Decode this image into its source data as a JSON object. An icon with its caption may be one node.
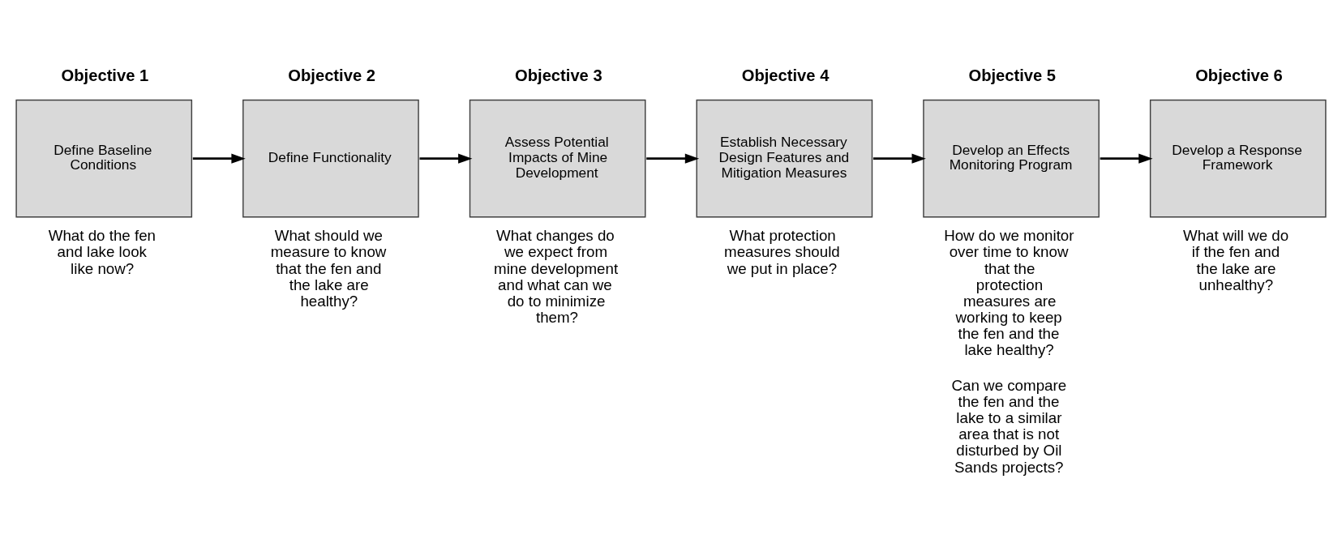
{
  "diagram": {
    "nodes": [
      {
        "text": [
          "Objective 1",
          "Define Baseline Conditions"
        ],
        "beside": [
          "What do the fen and lake look like now?"
        ]
      },
      {
        "text": [
          "Objective 2",
          "Define Functionality"
        ],
        "beside": [
          "What should we measure to know that the fen and the lake are healthy?"
        ]
      },
      {
        "text": [
          "Objective 3",
          "Assess Potential Impacts of Mine Development"
        ],
        "beside": [
          "What changes do we expect from mine development and what can we do to minimize them?"
        ]
      },
      {
        "text": [
          "Objective 4",
          "Establish Necessary Design Features and Mitigation Measures"
        ],
        "beside": [
          "What protection measures should we put in place?"
        ]
      },
      {
        "text": [
          "Objective 5",
          "Develop an Effects Monitoring Program"
        ],
        "beside": [
          "How do we monitor over time to know that the protection measures are working to keep the fen and the lake healthy?",
          "Can we compare the fen and the lake to a similar area that is not disturbed by Oil Sands projects?"
        ]
      },
      {
        "text": [
          "Objective 6",
          "Develop a Response Framework"
        ],
        "beside": [
          "What will we do if the fen and the lake are unhealthy?"
        ]
      }
    ],
    "edges": [
      {
        "from": 0,
        "to": 1,
        "arrow": "to"
      },
      {
        "from": 1,
        "to": 2,
        "arrow": "to"
      },
      {
        "from": 2,
        "to": 3,
        "arrow": "to"
      },
      {
        "from": 3,
        "to": 4,
        "arrow": "to"
      },
      {
        "from": 4,
        "to": 5,
        "arrow": "to"
      }
    ]
  }
}
